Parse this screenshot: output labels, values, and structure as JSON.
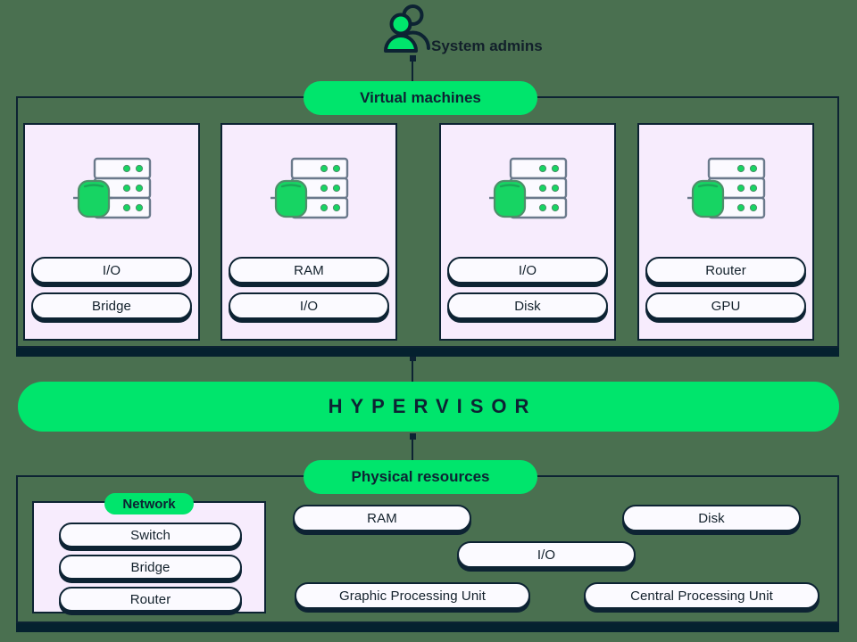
{
  "colors": {
    "background": "#4a7050",
    "accent_green": "#00e56c",
    "ink": "#0d2333",
    "card_lilac": "#f7ecfd",
    "pill_fill": "#fbfaff",
    "shadow": "#05212f",
    "rack_outline": "#6b7a8c"
  },
  "admins": {
    "label": "System admins",
    "icon": "two-people-icon"
  },
  "virtual_machines": {
    "title": "Virtual machines",
    "cards": [
      {
        "icon": "server-rack-icon",
        "items": [
          "I/O",
          "Bridge"
        ]
      },
      {
        "icon": "server-rack-icon",
        "items": [
          "RAM",
          "I/O"
        ]
      },
      {
        "icon": "server-rack-icon",
        "items": [
          "I/O",
          "Disk"
        ]
      },
      {
        "icon": "server-rack-icon",
        "items": [
          "Router",
          "GPU"
        ]
      }
    ]
  },
  "hypervisor": {
    "label": "HYPERVISOR"
  },
  "physical_resources": {
    "title": "Physical resources",
    "network": {
      "title": "Network",
      "items": [
        "Switch",
        "Bridge",
        "Router"
      ]
    },
    "resources": [
      "RAM",
      "Disk",
      "I/O",
      "Graphic Processing Unit",
      "Central Processing Unit"
    ]
  }
}
